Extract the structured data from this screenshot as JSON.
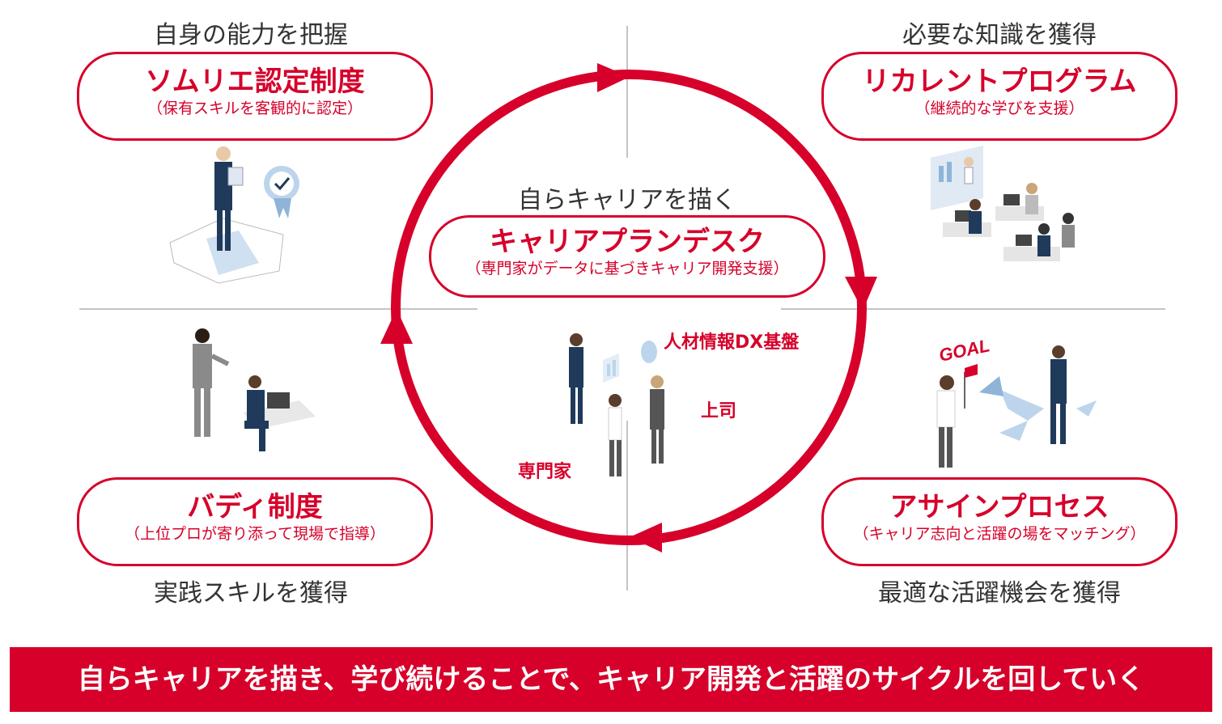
{
  "top_left": {
    "heading": "自身の能力を把握",
    "title": "ソムリエ認定制度",
    "subtitle": "（保有スキルを客観的に認定）"
  },
  "top_right": {
    "heading": "必要な知識を獲得",
    "title": "リカレントプログラム",
    "subtitle": "（継続的な学びを支援）"
  },
  "center": {
    "heading": "自らキャリアを描く",
    "title": "キャリアプランデスク",
    "subtitle": "（専門家がデータに基づきキャリア開発支援）",
    "label_platform": "人材情報DX基盤",
    "label_boss": "上司",
    "label_expert": "専門家"
  },
  "bottom_left": {
    "title": "バディ制度",
    "subtitle": "（上位プロが寄り添って現場で指導）",
    "heading": "実践スキルを獲得"
  },
  "bottom_right": {
    "title": "アサインプロセス",
    "subtitle": "（キャリア志向と活躍の場をマッチング）",
    "heading": "最適な活躍機会を獲得",
    "goal_flag": "GOAL"
  },
  "banner": {
    "text": "自らキャリアを描き、学び続けることで、キャリア開発と活躍のサイクルを回していく"
  },
  "colors": {
    "accent": "#d6002a",
    "suit": "#1f3a5a",
    "gray_suit": "#8a8a8a",
    "floor": "#cfe0f0"
  }
}
